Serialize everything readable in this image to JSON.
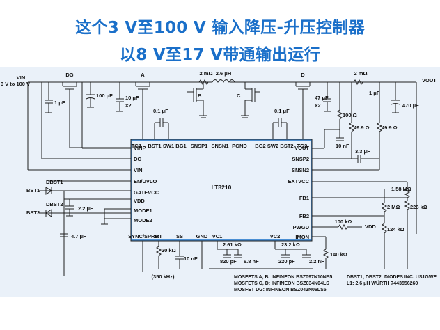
{
  "title": {
    "line1": "这个3 V至100 V 输入降压-升压控制器",
    "line2": "以8 V至17 V带通输出运行"
  },
  "colors": {
    "title": "#1a6fc9",
    "panel_background": "#eaf1f9",
    "ic_fill": "#4a8fd4",
    "wire": "#1f1f1f"
  },
  "schematic": {
    "input": {
      "name": "VIN",
      "range": "3 V to 100 V"
    },
    "output": {
      "name": "VOUT"
    },
    "ic": {
      "part": "LT8210",
      "top_pins": [
        "TG1",
        "BST1",
        "SW1",
        "BG1",
        "SNSP1",
        "SNSN1",
        "PGND",
        "BG2",
        "SW2",
        "BST2",
        "TG2"
      ],
      "left_pins": [
        "VINP",
        "DG",
        "VIN",
        "EN/UVLO",
        "GATEVCC",
        "VDD",
        "MODE1",
        "MODE2"
      ],
      "right_pins": [
        "VOUT",
        "SNSP2",
        "SNSN2",
        "EXTVCC",
        "FB1",
        "FB2",
        "PWGD",
        "IMON"
      ],
      "bottom_pins": [
        "SYNC/SPRD",
        "RT",
        "SS",
        "GND",
        "VC1",
        "VC2"
      ]
    },
    "components": {
      "shunt_in": "2 mΩ",
      "inductor": "2.6 μH",
      "shunt_out": "2 mΩ",
      "c_in_1": "1 μF",
      "c_in_2": "100 μF",
      "c_in_3": "10 μF",
      "c_in_3_count": "×2",
      "c_bst1": "0.1 μF",
      "c_bst2": "0.1 μF",
      "c_out_1": "47 μF",
      "c_out_1_count": "×2",
      "r_vout": "100 Ω",
      "c_vout": "10 nF",
      "r_sense_1": "49.9 Ω",
      "r_sense_2": "49.9 Ω",
      "c_sense": "3.3 μF",
      "c_out_bulk": "470 μF",
      "c_out_1uf": "1 μF",
      "r_fb1_top": "1.58 MΩ",
      "r_fb2_top": "2 MΩ",
      "r_fb1_bot": "226 kΩ",
      "r_fb2_bot": "124 kΩ",
      "r_pwgd": "100 kΩ",
      "r_imon": "140 kΩ",
      "c_gatevcc": "2.2 μF",
      "c_vdd": "4.7 μF",
      "r_rt": "20 kΩ",
      "c_ss": "10 nF",
      "r_vc1": "2.61 kΩ",
      "c_vc1_a": "820 pF",
      "c_vc1_b": "6.8 nF",
      "r_vc2": "23.2 kΩ",
      "c_vc2_a": "220 pF",
      "c_vc2_b": "2.2 nF",
      "rt_freq": "(350 kHz)"
    },
    "labels": {
      "mosfet_a": "A",
      "mosfet_b": "B",
      "mosfet_c": "C",
      "mosfet_d": "D",
      "mosfet_dg": "DG",
      "bst1": "BST1",
      "bst2": "BST2",
      "d_bst1": "DBST1",
      "d_bst2": "DBST2",
      "vdd": "VDD"
    },
    "notes": [
      "MOSFETS A, B: INFINEON BSZ097N10NS5",
      "MOSFETS C, D: INFINEON BSZ034N04LS",
      "MOSFET DG: INFINEON BSZ042N06LS5"
    ],
    "notes_right": [
      "DBST1, DBST2: DIODES INC. US1GWF",
      "L1: 2.6 μH WÜRTH 7443556260"
    ]
  }
}
